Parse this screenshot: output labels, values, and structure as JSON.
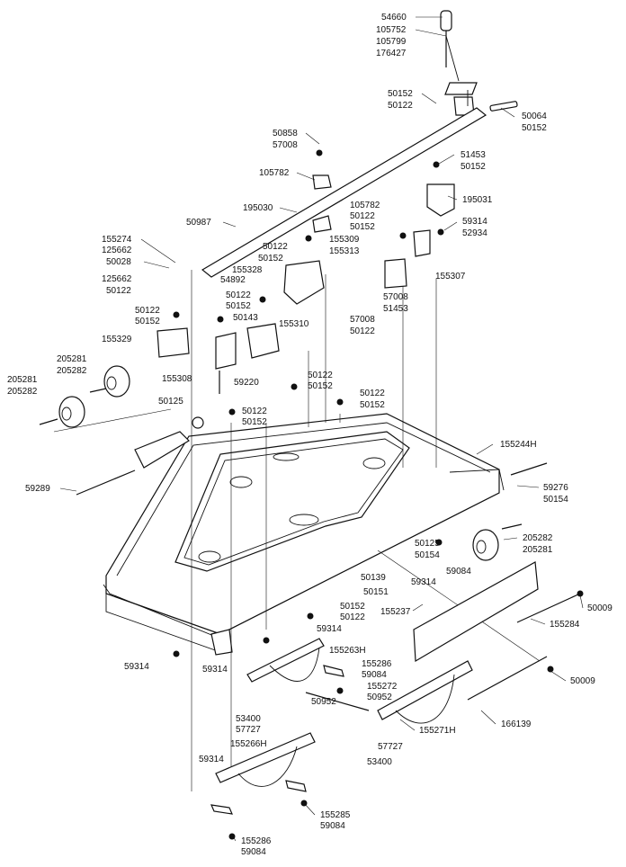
{
  "labels": [
    "54660",
    "105752",
    "105799",
    "176427",
    "50152",
    "50122",
    "50064",
    "50152",
    "50858",
    "57008",
    "105782",
    "195030",
    "105782",
    "51453",
    "50152",
    "195031",
    "50122",
    "50152",
    "59314",
    "52934",
    "50987",
    "50122",
    "50152",
    "155309",
    "155313",
    "155274",
    "125662",
    "50028",
    "125662",
    "50122",
    "54892",
    "155328",
    "57008",
    "155307",
    "51453",
    "57008",
    "50122",
    "50122",
    "50152",
    "50143",
    "155310",
    "50122",
    "50152",
    "155329",
    "155308",
    "59220",
    "205281",
    "205282",
    "205281",
    "205282",
    "50122",
    "50152",
    "50122",
    "50152",
    "50125",
    "50122",
    "50152",
    "155244H",
    "59289",
    "59276",
    "50154",
    "205282",
    "205281",
    "50125",
    "50154",
    "59084",
    "59314",
    "50139",
    "50151",
    "155237",
    "50009",
    "50152",
    "50122",
    "155284",
    "59314",
    "59314",
    "59314",
    "155263H",
    "155286",
    "59084",
    "50952",
    "155272",
    "50952",
    "50009",
    "53400",
    "57727",
    "155271H",
    "166139",
    "155266H",
    "57727",
    "59314",
    "53400",
    "155285",
    "59084",
    "155286",
    "59084"
  ]
}
